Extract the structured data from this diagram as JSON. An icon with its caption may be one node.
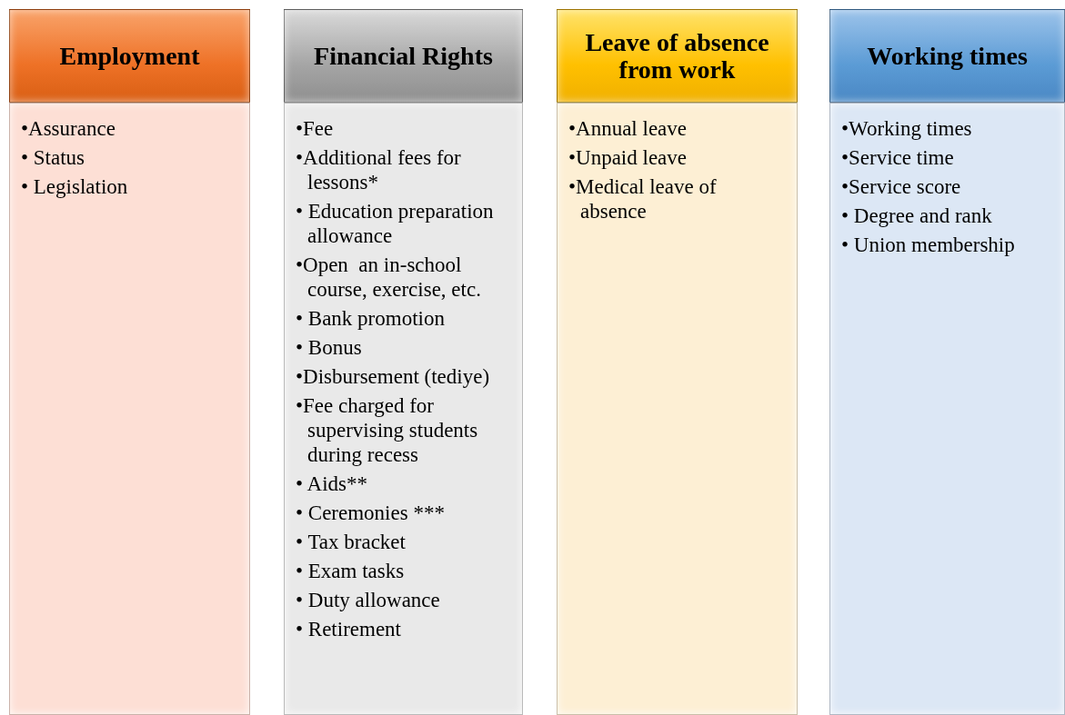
{
  "diagram": {
    "nodes": [
      {
        "text": [
          "Employment"
        ]
      },
      {
        "text": [
          "•Assurance",
          "• Status",
          "• Legislation"
        ]
      },
      {
        "text": [
          "Financial Rights"
        ]
      },
      {
        "text": [
          "•Fee",
          "•Additional fees for lessons*",
          "• Education preparation allowance",
          "•Open  an in-school course, exercise, etc.",
          "• Bank promotion",
          "• Bonus",
          "•Disbursement (tediye)",
          "•Fee charged for supervising students during recess",
          "• Aids**",
          "• Ceremonies ***",
          "• Tax bracket",
          "• Exam tasks",
          "• Duty allowance",
          "• Retirement"
        ]
      },
      {
        "text": [
          "Leave of absence from work"
        ]
      },
      {
        "text": [
          "•Annual leave",
          "•Unpaid leave",
          "•Medical leave of absence"
        ]
      },
      {
        "text": [
          "Working times"
        ]
      },
      {
        "text": [
          "•Working times",
          "•Service time",
          "•Service score",
          "• Degree and rank",
          "• Union membership"
        ]
      }
    ]
  }
}
